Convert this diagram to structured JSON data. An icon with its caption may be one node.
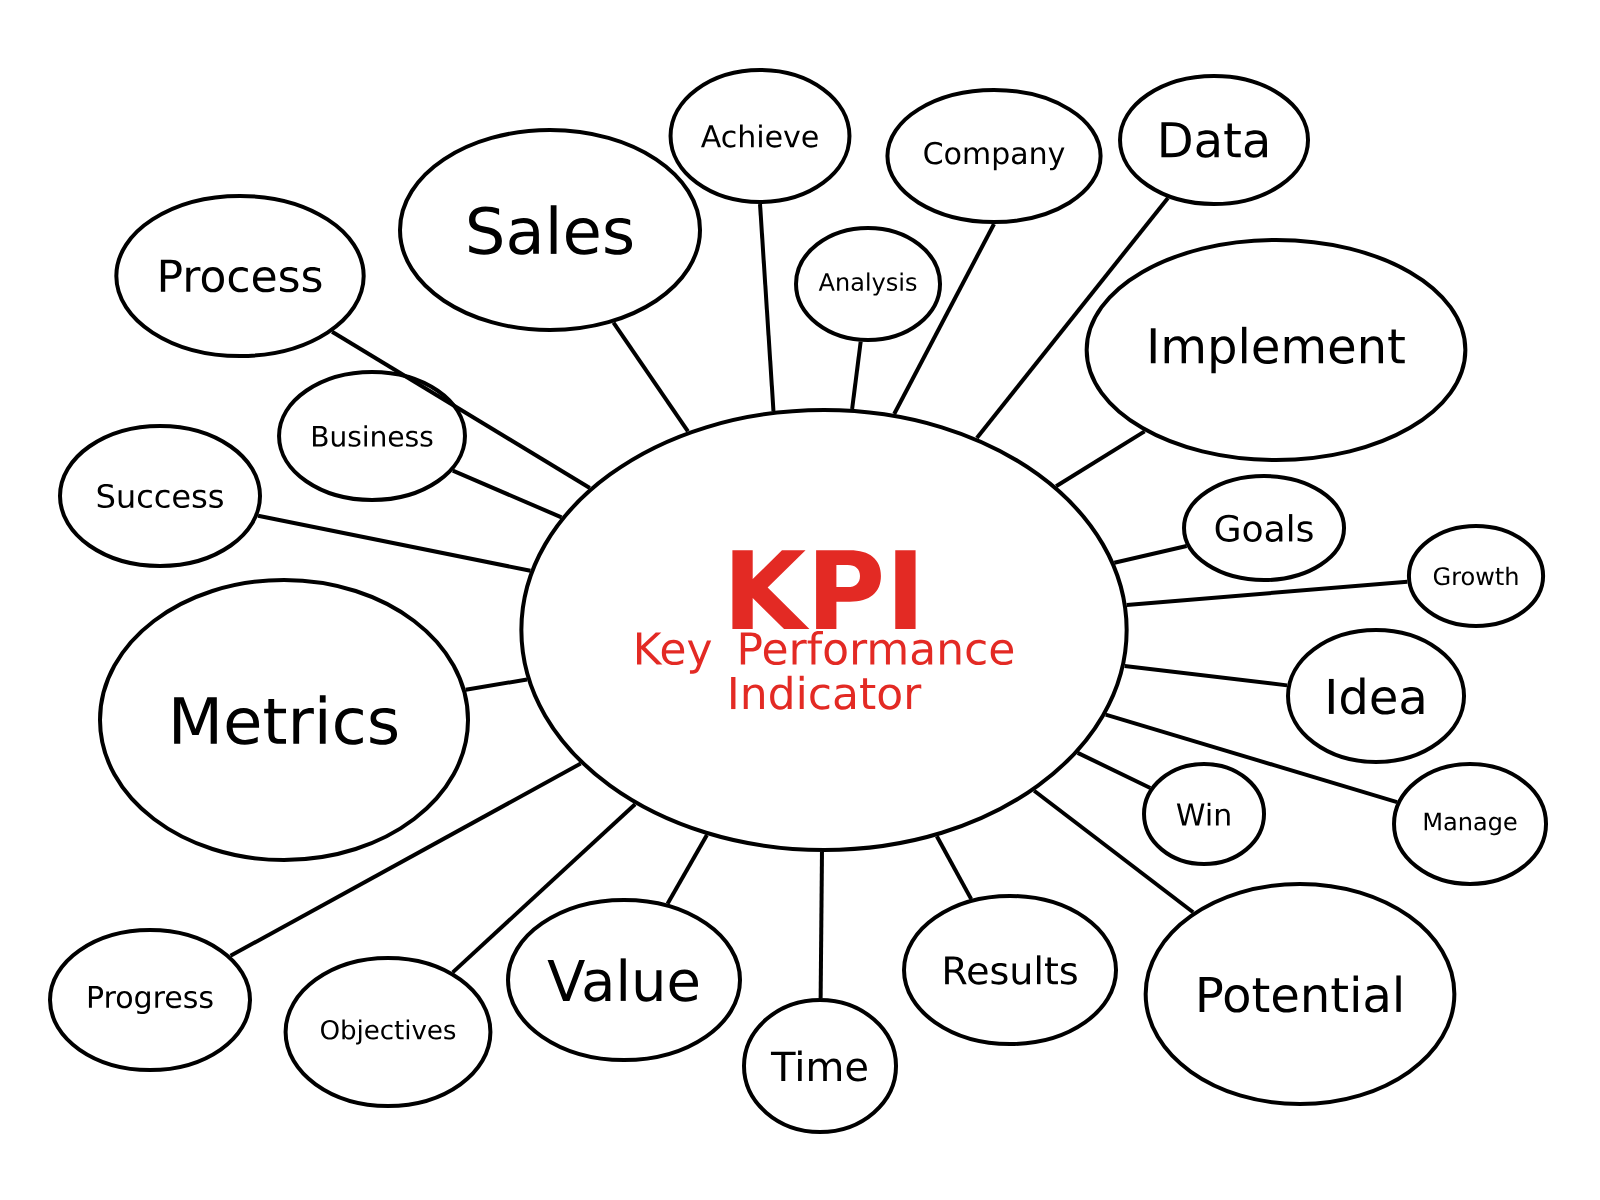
{
  "diagram": {
    "nodes": [
      {
        "text": [
          "KPI",
          "Key Performance Indicator"
        ]
      },
      {
        "text": [
          "Process"
        ]
      },
      {
        "text": [
          "Sales"
        ]
      },
      {
        "text": [
          "Achieve"
        ]
      },
      {
        "text": [
          "Company"
        ]
      },
      {
        "text": [
          "Data"
        ]
      },
      {
        "text": [
          "Analysis"
        ]
      },
      {
        "text": [
          "Implement"
        ]
      },
      {
        "text": [
          "Business"
        ]
      },
      {
        "text": [
          "Success"
        ]
      },
      {
        "text": [
          "Goals"
        ]
      },
      {
        "text": [
          "Growth"
        ]
      },
      {
        "text": [
          "Metrics"
        ]
      },
      {
        "text": [
          "Idea"
        ]
      },
      {
        "text": [
          "Win"
        ]
      },
      {
        "text": [
          "Manage"
        ]
      },
      {
        "text": [
          "Progress"
        ]
      },
      {
        "text": [
          "Objectives"
        ]
      },
      {
        "text": [
          "Value"
        ]
      },
      {
        "text": [
          "Time"
        ]
      },
      {
        "text": [
          "Results"
        ]
      },
      {
        "text": [
          "Potential"
        ]
      }
    ],
    "edges": [
      {
        "from": 0,
        "to": 1,
        "arrow": "none"
      },
      {
        "from": 0,
        "to": 2,
        "arrow": "none"
      },
      {
        "from": 0,
        "to": 3,
        "arrow": "none"
      },
      {
        "from": 0,
        "to": 4,
        "arrow": "none"
      },
      {
        "from": 0,
        "to": 5,
        "arrow": "none"
      },
      {
        "from": 0,
        "to": 6,
        "arrow": "none"
      },
      {
        "from": 0,
        "to": 7,
        "arrow": "none"
      },
      {
        "from": 0,
        "to": 8,
        "arrow": "none"
      },
      {
        "from": 0,
        "to": 9,
        "arrow": "none"
      },
      {
        "from": 0,
        "to": 10,
        "arrow": "none"
      },
      {
        "from": 0,
        "to": 11,
        "arrow": "none"
      },
      {
        "from": 0,
        "to": 12,
        "arrow": "none"
      },
      {
        "from": 0,
        "to": 13,
        "arrow": "none"
      },
      {
        "from": 0,
        "to": 14,
        "arrow": "none"
      },
      {
        "from": 0,
        "to": 15,
        "arrow": "none"
      },
      {
        "from": 0,
        "to": 16,
        "arrow": "none"
      },
      {
        "from": 0,
        "to": 17,
        "arrow": "none"
      },
      {
        "from": 0,
        "to": 18,
        "arrow": "none"
      },
      {
        "from": 0,
        "to": 19,
        "arrow": "none"
      },
      {
        "from": 0,
        "to": 20,
        "arrow": "none"
      },
      {
        "from": 0,
        "to": 21,
        "arrow": "none"
      }
    ]
  }
}
